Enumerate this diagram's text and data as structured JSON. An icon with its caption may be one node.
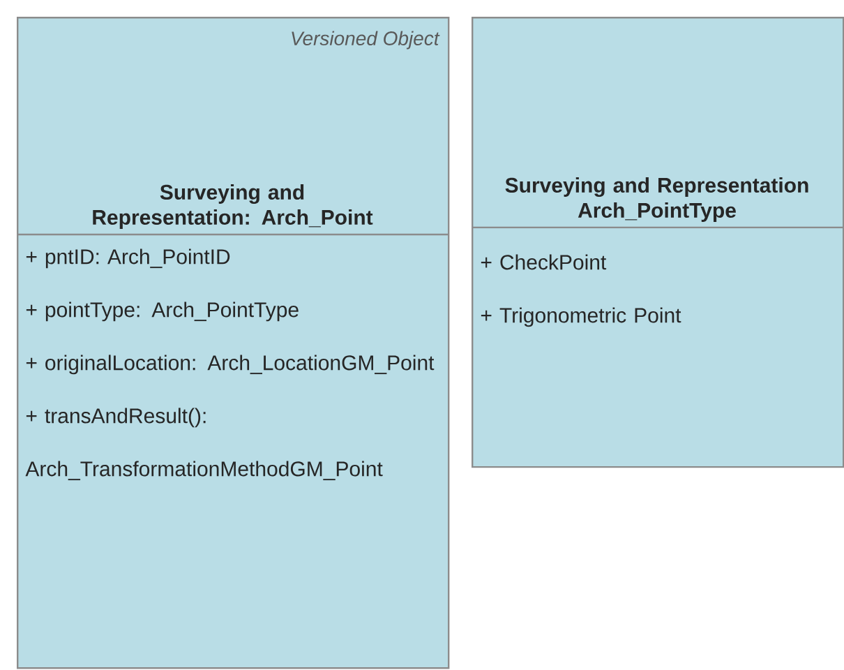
{
  "diagram": {
    "nodes": [
      {
        "text": [
          "Versioned Object",
          "Surveying and Representation: Arch_Point",
          "+ pntID: Arch_PointID",
          "+ pointType: Arch_PointType",
          "+ originalLocation: Arch_LocationGM_Point",
          "+ transAndResult(): Arch_TransformationMethodGM_Point"
        ]
      },
      {
        "text": [
          "Surveying and Representation Arch_PointType",
          "+ CheckPoint",
          "+ Trigonometric Point"
        ]
      }
    ]
  }
}
